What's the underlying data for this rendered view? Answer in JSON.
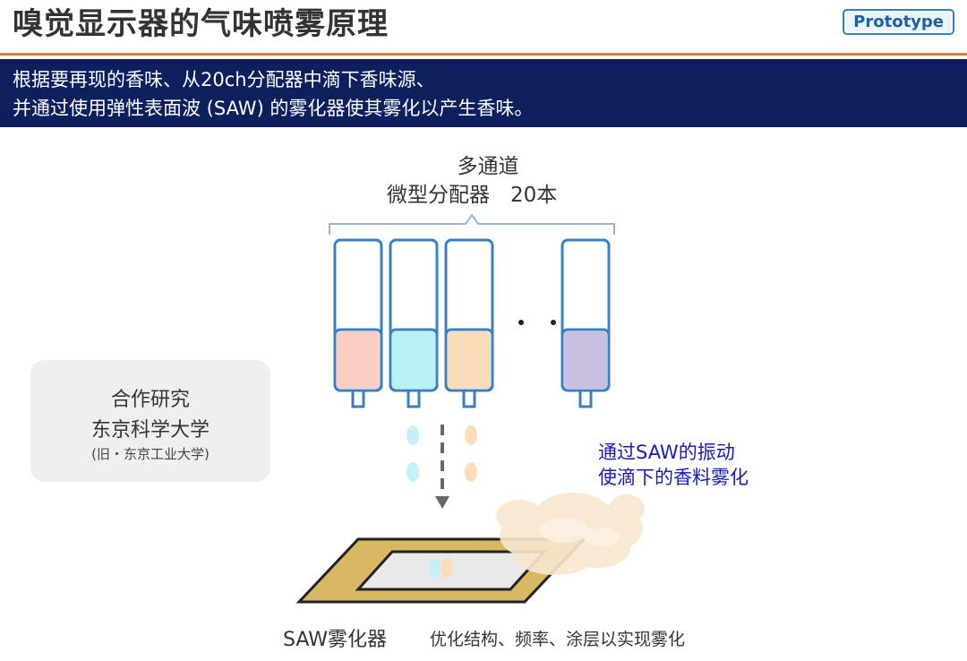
{
  "header": {
    "title": "嗅觉显示器的气味喷雾原理",
    "badge": "Prototype"
  },
  "banner": {
    "line1": "根据要再现的香味、从20ch分配器中滴下香味源、",
    "line2": "并通过使用弹性表面波 (SAW) 的雾化器使其雾化以产生香味。"
  },
  "dispenser": {
    "label_line1": "多通道",
    "label_line2": "微型分配器　20本",
    "liquid_colors": [
      "#f8cfc1",
      "#b8f0f6",
      "#fbdcb8",
      "#c9bfe0"
    ],
    "droplet_colors": [
      "#c7eff7",
      "#fbdcb8"
    ]
  },
  "collaboration": {
    "line1": "合作研究",
    "line2": "东京科学大学",
    "line3": "(旧・东京工业大学)"
  },
  "saw_note": {
    "line1": "通过SAW的振动",
    "line2": "使滴下的香料雾化"
  },
  "atomizer": {
    "label": "SAW雾化器",
    "description": "优化结构、频率、涂层以实现雾化"
  },
  "colors": {
    "accent_line": "#e07a3e",
    "banner_bg": "#0e1f5e",
    "tube_outline": "#3a7fc4",
    "note_text": "#1a1ab8",
    "atomizer_frame": "#d9b863"
  }
}
